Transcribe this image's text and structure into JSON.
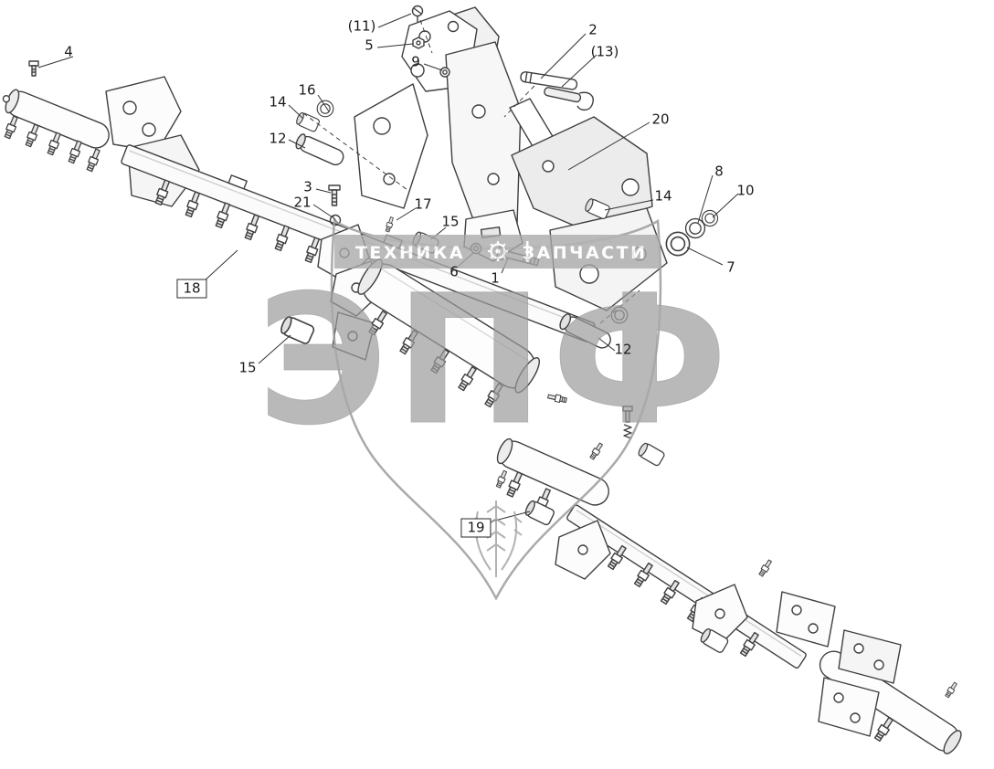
{
  "watermark": {
    "brand": "ЭПФ",
    "banner": {
      "left": "ТЕХНИКА",
      "right": "ЗАПЧАСТИ"
    }
  },
  "callouts": [
    {
      "label": "4"
    },
    {
      "label": "(11)"
    },
    {
      "label": "5"
    },
    {
      "label": "9"
    },
    {
      "label": "2"
    },
    {
      "label": "(13)"
    },
    {
      "label": "14"
    },
    {
      "label": "16"
    },
    {
      "label": "12"
    },
    {
      "label": "20"
    },
    {
      "label": "3"
    },
    {
      "label": "21"
    },
    {
      "label": "17"
    },
    {
      "label": "15"
    },
    {
      "label": "14"
    },
    {
      "label": "8"
    },
    {
      "label": "10"
    },
    {
      "label": "6"
    },
    {
      "label": "1"
    },
    {
      "label": "7"
    },
    {
      "label": "18"
    },
    {
      "label": "15"
    },
    {
      "label": "12"
    },
    {
      "label": "19"
    }
  ]
}
